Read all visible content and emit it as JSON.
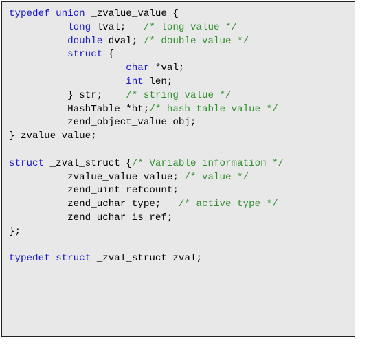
{
  "colors": {
    "keyword": "#1a1acc",
    "comment": "#2f8f2f",
    "text": "#000000",
    "panel_background": "#e8e8e8",
    "panel_border": "#222222"
  },
  "code": {
    "lines": [
      [
        {
          "t": "kw",
          "v": "typedef"
        },
        {
          "t": "tx",
          "v": " "
        },
        {
          "t": "kw",
          "v": "union"
        },
        {
          "t": "tx",
          "v": " _zvalue_value {"
        }
      ],
      [
        {
          "t": "tx",
          "v": "          "
        },
        {
          "t": "kw",
          "v": "long"
        },
        {
          "t": "tx",
          "v": " lval;   "
        },
        {
          "t": "cm",
          "v": "/* long value */"
        }
      ],
      [
        {
          "t": "tx",
          "v": "          "
        },
        {
          "t": "kw",
          "v": "double"
        },
        {
          "t": "tx",
          "v": " dval; "
        },
        {
          "t": "cm",
          "v": "/* double value */"
        }
      ],
      [
        {
          "t": "tx",
          "v": "          "
        },
        {
          "t": "kw",
          "v": "struct"
        },
        {
          "t": "tx",
          "v": " {"
        }
      ],
      [
        {
          "t": "tx",
          "v": "                    "
        },
        {
          "t": "kw",
          "v": "char"
        },
        {
          "t": "tx",
          "v": " *val;"
        }
      ],
      [
        {
          "t": "tx",
          "v": "                    "
        },
        {
          "t": "kw",
          "v": "int"
        },
        {
          "t": "tx",
          "v": " len;"
        }
      ],
      [
        {
          "t": "tx",
          "v": "          } str;    "
        },
        {
          "t": "cm",
          "v": "/* string value */"
        }
      ],
      [
        {
          "t": "tx",
          "v": "          HashTable *ht;"
        },
        {
          "t": "cm",
          "v": "/* hash table value */"
        }
      ],
      [
        {
          "t": "tx",
          "v": "          zend_object_value obj;"
        }
      ],
      [
        {
          "t": "tx",
          "v": "} zvalue_value;"
        }
      ],
      [],
      [
        {
          "t": "kw",
          "v": "struct"
        },
        {
          "t": "tx",
          "v": " _zval_struct {"
        },
        {
          "t": "cm",
          "v": "/* Variable information */"
        }
      ],
      [
        {
          "t": "tx",
          "v": "          zvalue_value value; "
        },
        {
          "t": "cm",
          "v": "/* value */"
        }
      ],
      [
        {
          "t": "tx",
          "v": "          zend_uint refcount;"
        }
      ],
      [
        {
          "t": "tx",
          "v": "          zend_uchar type;   "
        },
        {
          "t": "cm",
          "v": "/* active type */"
        }
      ],
      [
        {
          "t": "tx",
          "v": "          zend_uchar is_ref;"
        }
      ],
      [
        {
          "t": "tx",
          "v": "};"
        }
      ],
      [],
      [
        {
          "t": "kw",
          "v": "typedef"
        },
        {
          "t": "tx",
          "v": " "
        },
        {
          "t": "kw",
          "v": "struct"
        },
        {
          "t": "tx",
          "v": " _zval_struct zval;"
        }
      ]
    ]
  }
}
